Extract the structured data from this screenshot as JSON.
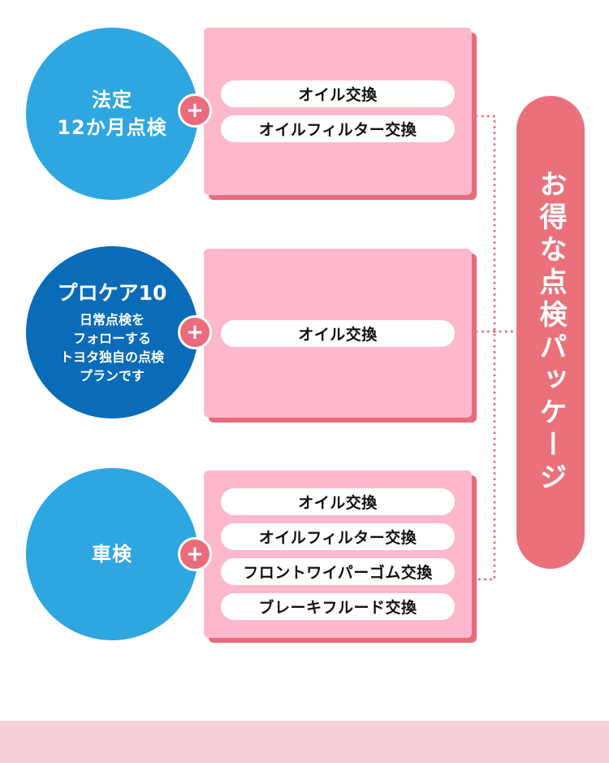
{
  "groups": [
    {
      "circle_lines": [
        "法定",
        "12か月点検"
      ],
      "plus": "+",
      "items": [
        "オイル交換",
        "オイルフィルター交換"
      ]
    },
    {
      "circle_title": "プロケア10",
      "circle_lines": [
        "日常点検を",
        "フォローする",
        "トヨタ独自の点検",
        "プランです"
      ],
      "plus": "+",
      "items": [
        "オイル交換"
      ]
    },
    {
      "circle_lines": [
        "車検"
      ],
      "plus": "+",
      "items": [
        "オイル交換",
        "オイルフィルター交換",
        "フロントワイパーゴム交換",
        "ブレーキフルード交換"
      ]
    }
  ],
  "package_label": "お得な点検パッケージ",
  "colors": {
    "circle_light": "#2ea6e0",
    "circle_dark": "#0a6cb8",
    "box": "#fdb8cc",
    "box_shadow": "#e86b7c",
    "accent": "#ea717b"
  }
}
